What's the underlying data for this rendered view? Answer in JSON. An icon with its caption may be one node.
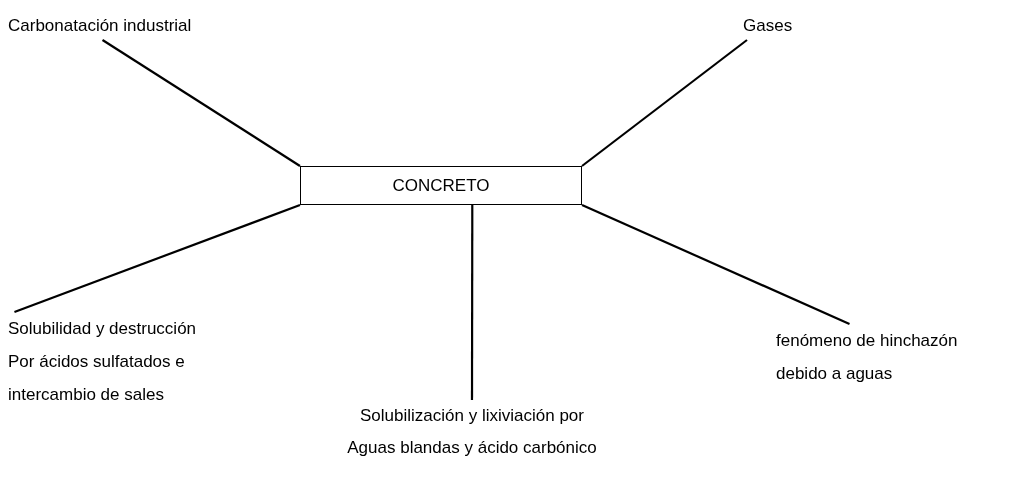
{
  "diagram": {
    "nodes": [
      {
        "text": [
          "CONCRETO"
        ]
      },
      {
        "text": [
          "Carbonatación industrial"
        ]
      },
      {
        "text": [
          "Gases"
        ]
      },
      {
        "text": [
          "Solubilidad y destrucción Por ácidos sulfatados e intercambio de sales"
        ]
      },
      {
        "text": [
          "Solubilización y lixiviación por Aguas blandas y ácido carbónico"
        ]
      },
      {
        "text": [
          "fenómeno de hinchazón debido a aguas"
        ]
      }
    ],
    "edges": [
      {
        "from": 0,
        "to": 1,
        "arrow": "none"
      },
      {
        "from": 0,
        "to": 2,
        "arrow": "none"
      },
      {
        "from": 0,
        "to": 3,
        "arrow": "none"
      },
      {
        "from": 0,
        "to": 4,
        "arrow": "none"
      },
      {
        "from": 0,
        "to": 5,
        "arrow": "none"
      }
    ]
  }
}
